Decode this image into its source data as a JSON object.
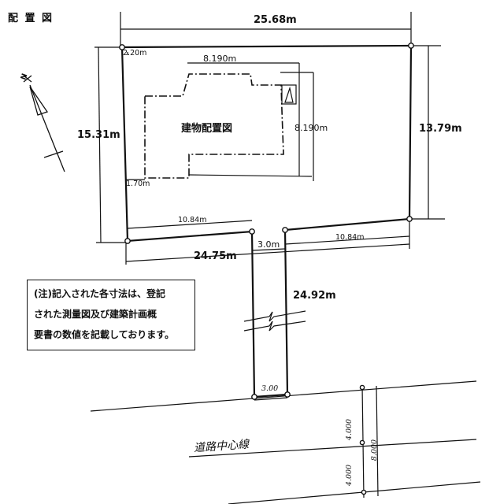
{
  "page_title": "配 置 図",
  "building_label": "建物配置図",
  "dimensions": {
    "top_width": "25.68m",
    "left_height": "15.31m",
    "right_height": "13.79m",
    "bottom_width": "24.75m",
    "driveway_length": "24.92m",
    "driveway_width": "3.0m",
    "building_width": "8.190m",
    "building_depth": "8.190m",
    "setback_top": "2.20m",
    "setback_left": "1.70m",
    "bottom_left_segment": "10.84m",
    "bottom_right_segment": "10.84m",
    "road_entrance_width": "3.00",
    "road_half_width_upper": "4.000",
    "road_half_width_lower": "4.000",
    "road_total_width": "8.000"
  },
  "road": {
    "center_line_label": "道路中心線"
  },
  "note": {
    "lines": [
      "(注)記入された各寸法は、登記",
      "された測量図及び建築計画概",
      "要書の数値を記載しております。"
    ]
  },
  "north_arrow": {
    "label": "N"
  },
  "colors": {
    "ink": "#111111",
    "paper": "#ffffff"
  }
}
